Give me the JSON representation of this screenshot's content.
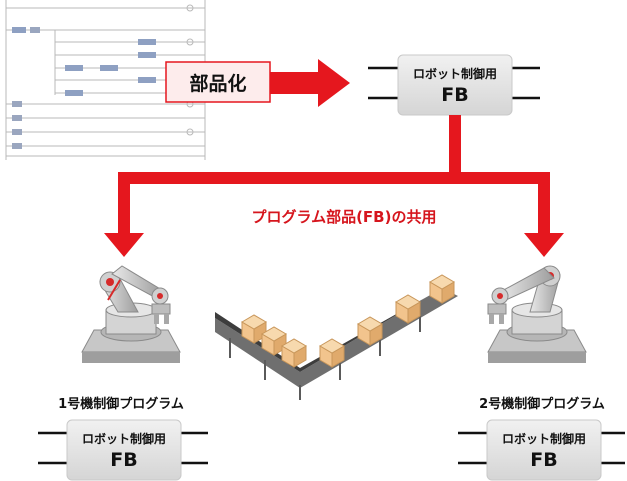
{
  "callout": {
    "label": "部品化"
  },
  "fb_block": {
    "title": "ロボット制御用",
    "code": "FB"
  },
  "caption": "プログラム部品(FB)の共用",
  "programs": [
    {
      "label": "1号機制御プログラム",
      "fb_title": "ロボット制御用",
      "fb_code": "FB"
    },
    {
      "label": "2号機制御プログラム",
      "fb_title": "ロボット制御用",
      "fb_code": "FB"
    }
  ],
  "colors": {
    "arrow": "#e5171e",
    "callout_fill": "#fdecec",
    "callout_border": "#e5171e",
    "caption": "#d6151d",
    "fb_fill": "#e6e6e6",
    "box_fill": "#f2c48d"
  }
}
